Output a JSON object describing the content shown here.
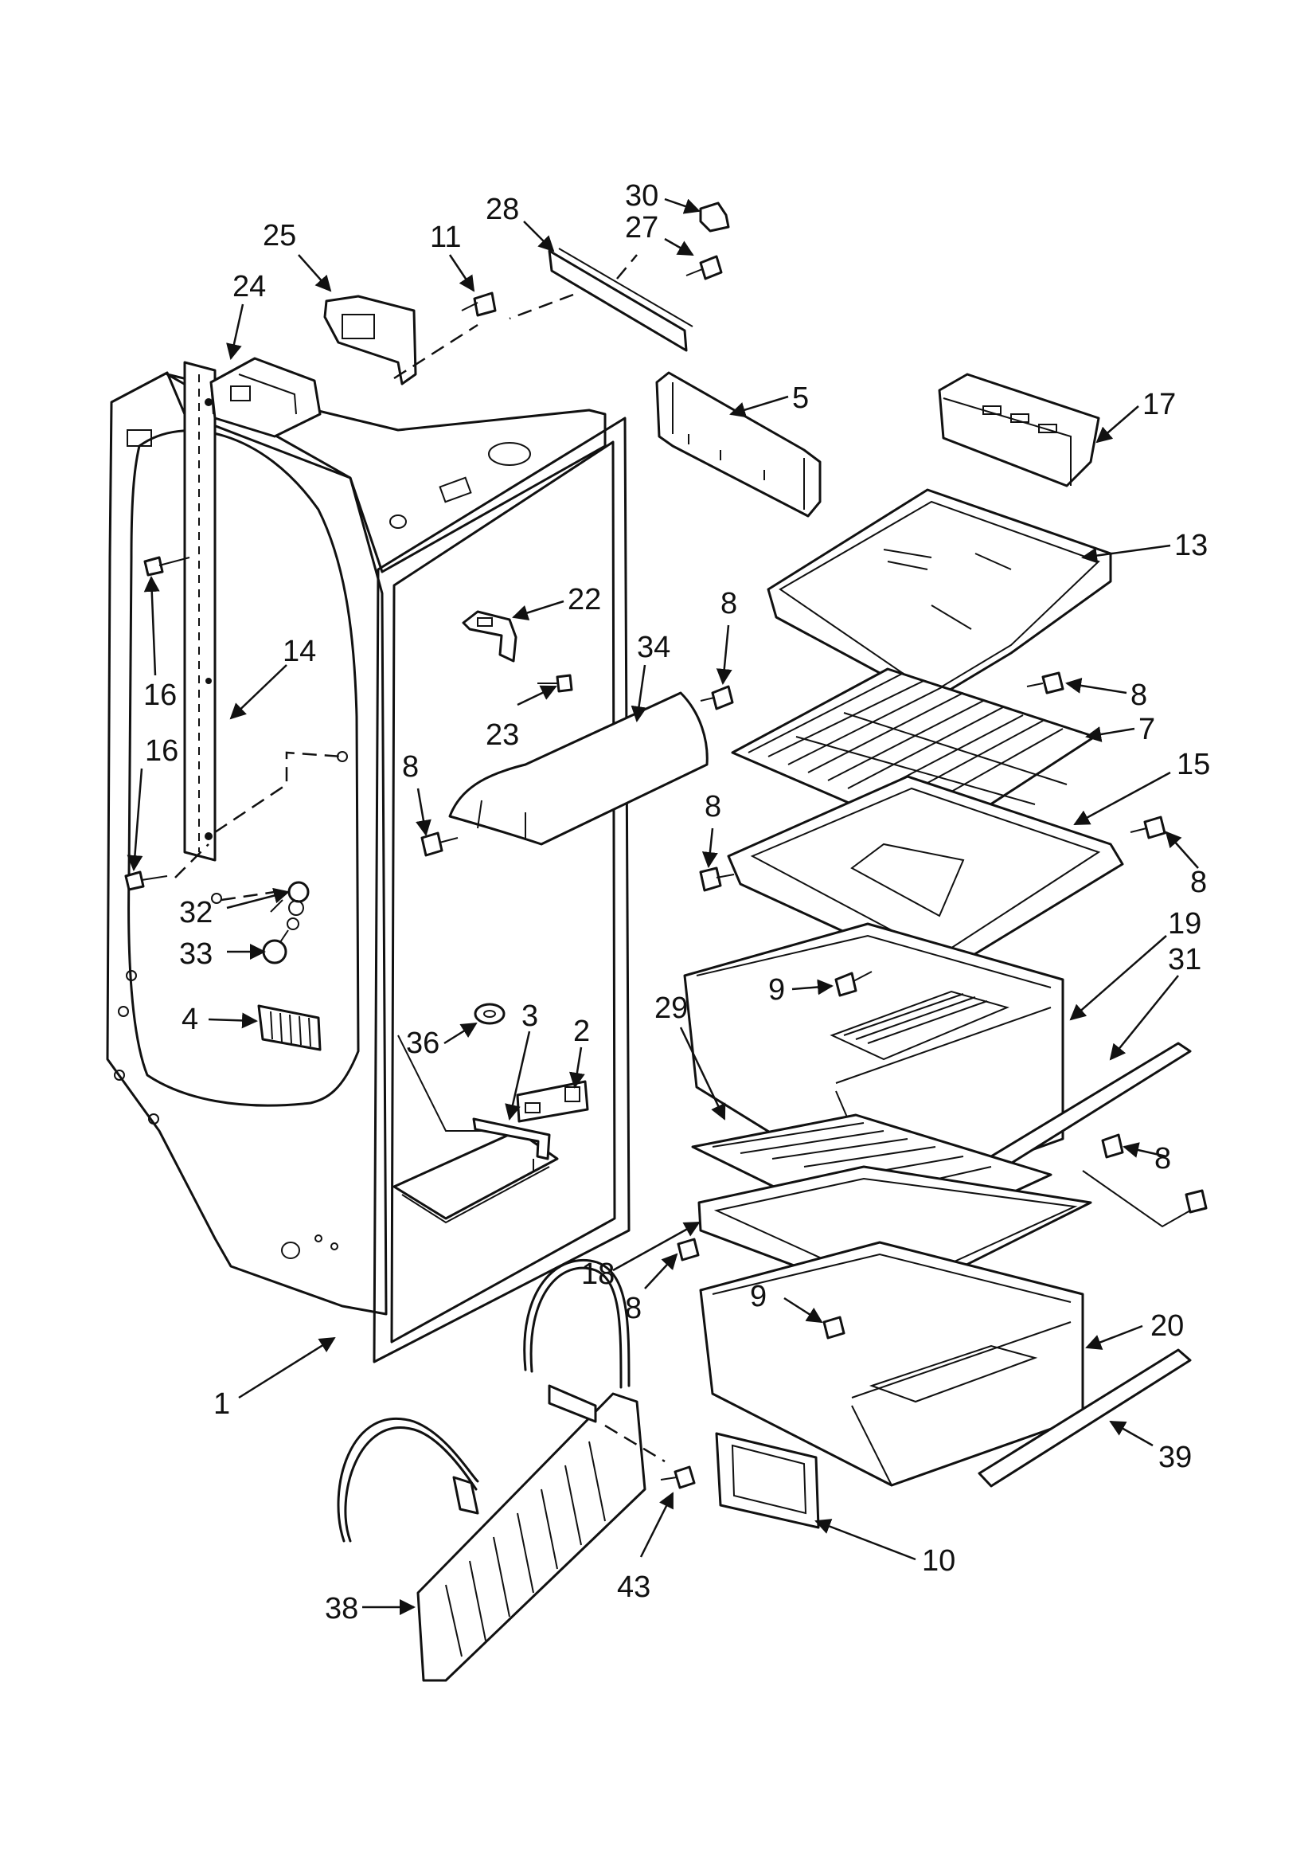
{
  "callouts": [
    {
      "key": "c1",
      "text": "1"
    },
    {
      "key": "c2",
      "text": "2"
    },
    {
      "key": "c3",
      "text": "3"
    },
    {
      "key": "c4",
      "text": "4"
    },
    {
      "key": "c5",
      "text": "5"
    },
    {
      "key": "c7",
      "text": "7"
    },
    {
      "key": "c8a",
      "text": "8"
    },
    {
      "key": "c8b",
      "text": "8"
    },
    {
      "key": "c8c",
      "text": "8"
    },
    {
      "key": "c8d",
      "text": "8"
    },
    {
      "key": "c8e",
      "text": "8"
    },
    {
      "key": "c8f",
      "text": "8"
    },
    {
      "key": "c8g",
      "text": "8"
    },
    {
      "key": "c9a",
      "text": "9"
    },
    {
      "key": "c9b",
      "text": "9"
    },
    {
      "key": "c10",
      "text": "10"
    },
    {
      "key": "c11",
      "text": "11"
    },
    {
      "key": "c13",
      "text": "13"
    },
    {
      "key": "c14",
      "text": "14"
    },
    {
      "key": "c15",
      "text": "15"
    },
    {
      "key": "c16a",
      "text": "16"
    },
    {
      "key": "c16b",
      "text": "16"
    },
    {
      "key": "c17",
      "text": "17"
    },
    {
      "key": "c18",
      "text": "18"
    },
    {
      "key": "c19",
      "text": "19"
    },
    {
      "key": "c20",
      "text": "20"
    },
    {
      "key": "c22",
      "text": "22"
    },
    {
      "key": "c23",
      "text": "23"
    },
    {
      "key": "c24",
      "text": "24"
    },
    {
      "key": "c25",
      "text": "25"
    },
    {
      "key": "c27",
      "text": "27"
    },
    {
      "key": "c28",
      "text": "28"
    },
    {
      "key": "c29",
      "text": "29"
    },
    {
      "key": "c30",
      "text": "30"
    },
    {
      "key": "c31",
      "text": "31"
    },
    {
      "key": "c32",
      "text": "32"
    },
    {
      "key": "c33",
      "text": "33"
    },
    {
      "key": "c34",
      "text": "34"
    },
    {
      "key": "c36",
      "text": "36"
    },
    {
      "key": "c38",
      "text": "38"
    },
    {
      "key": "c39",
      "text": "39"
    },
    {
      "key": "c43",
      "text": "43"
    }
  ],
  "labels": {
    "c1": "1",
    "c2": "2",
    "c3": "3",
    "c4": "4",
    "c5": "5",
    "c7": "7",
    "c8a": "8",
    "c8b": "8",
    "c8c": "8",
    "c8d": "8",
    "c8e": "8",
    "c8f": "8",
    "c8g": "8",
    "c9a": "9",
    "c9b": "9",
    "c10": "10",
    "c11": "11",
    "c13": "13",
    "c14": "14",
    "c15": "15",
    "c16a": "16",
    "c16b": "16",
    "c17": "17",
    "c18": "18",
    "c19": "19",
    "c20": "20",
    "c22": "22",
    "c23": "23",
    "c24": "24",
    "c25": "25",
    "c27": "27",
    "c28": "28",
    "c29": "29",
    "c30": "30",
    "c31": "31",
    "c32": "32",
    "c33": "33",
    "c34": "34",
    "c36": "36",
    "c38": "38",
    "c39": "39",
    "c43": "43"
  },
  "colors": {
    "ink": "#111111",
    "paper": "#ffffff"
  }
}
